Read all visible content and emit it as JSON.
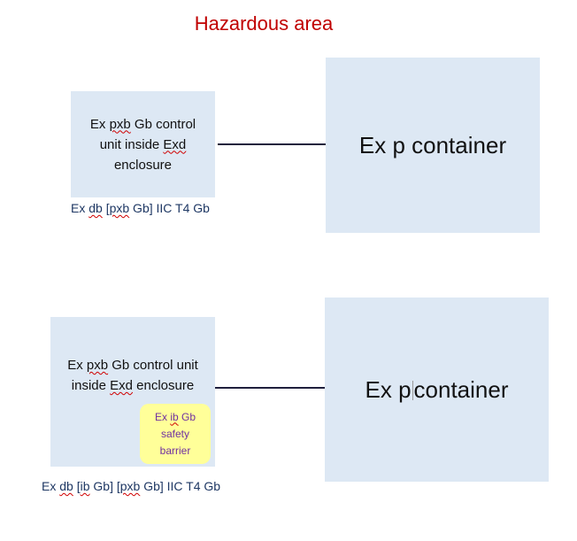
{
  "title": "Hazardous area",
  "diagram1": {
    "control_unit": {
      "line1_pre": "Ex ",
      "line1_word": "pxb",
      "line1_post": " Gb control",
      "line2_pre": "unit inside ",
      "line2_word": "Exd",
      "line3": "enclosure"
    },
    "marking": {
      "p1": "Ex ",
      "p2": "db",
      "p3": " [",
      "p4": "pxb",
      "p5": " Gb] IIC T4 Gb"
    },
    "container_label": "Ex p container"
  },
  "diagram2": {
    "control_unit": {
      "line1_pre": "Ex ",
      "line1_word": "pxb",
      "line1_post": " Gb control unit",
      "line2_pre": "inside ",
      "line2_word": "Exd",
      "line2_post": " enclosure"
    },
    "barrier": {
      "line1_pre": "Ex ",
      "line1_word": "ib",
      "line1_post": " Gb",
      "line2": "safety",
      "line3": "barrier"
    },
    "marking": {
      "p1": "Ex ",
      "p2": "db",
      "p3": " [",
      "p4": "ib",
      "p5": " Gb] [",
      "p6": "pxb",
      "p7": " Gb] IIC T4 Gb"
    },
    "container_label_a": "Ex p",
    "container_label_b": "container"
  },
  "colors": {
    "title": "#c00000",
    "box_fill": "#dde8f4",
    "barrier_fill": "#ffff99",
    "barrier_text": "#7030a0",
    "marking_text": "#1f3864"
  }
}
